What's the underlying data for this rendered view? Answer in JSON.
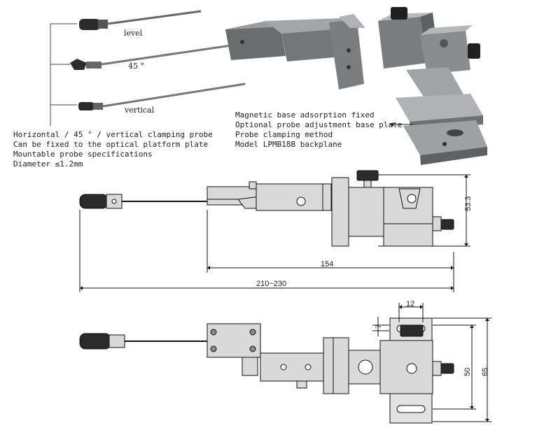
{
  "probe_labels": {
    "level": "level",
    "angle45": "45 °",
    "vertical": "vertical"
  },
  "left_notes": [
    "Horizontal / 45 °  / vertical clamping probe",
    "Can be fixed to the optical platform plate",
    "Mountable probe specifications",
    "Diameter ≤1.2mm"
  ],
  "right_notes": [
    "Magnetic base adsorption fixed",
    "Optional probe adjustment base plate",
    "Probe clamping method",
    "Model LPMB18B backplane"
  ],
  "dimensions": {
    "height": "53.3",
    "length_main": "154",
    "length_total": "210~230",
    "top_width": "12",
    "top_offset": "7",
    "inner_height": "50",
    "outer_height": "65"
  },
  "colors": {
    "metal_dark": "#5f6263",
    "metal_mid": "#8e9192",
    "metal_light": "#c9cbcc",
    "drawing_fill": "#d9d9d9",
    "line": "#111111"
  }
}
